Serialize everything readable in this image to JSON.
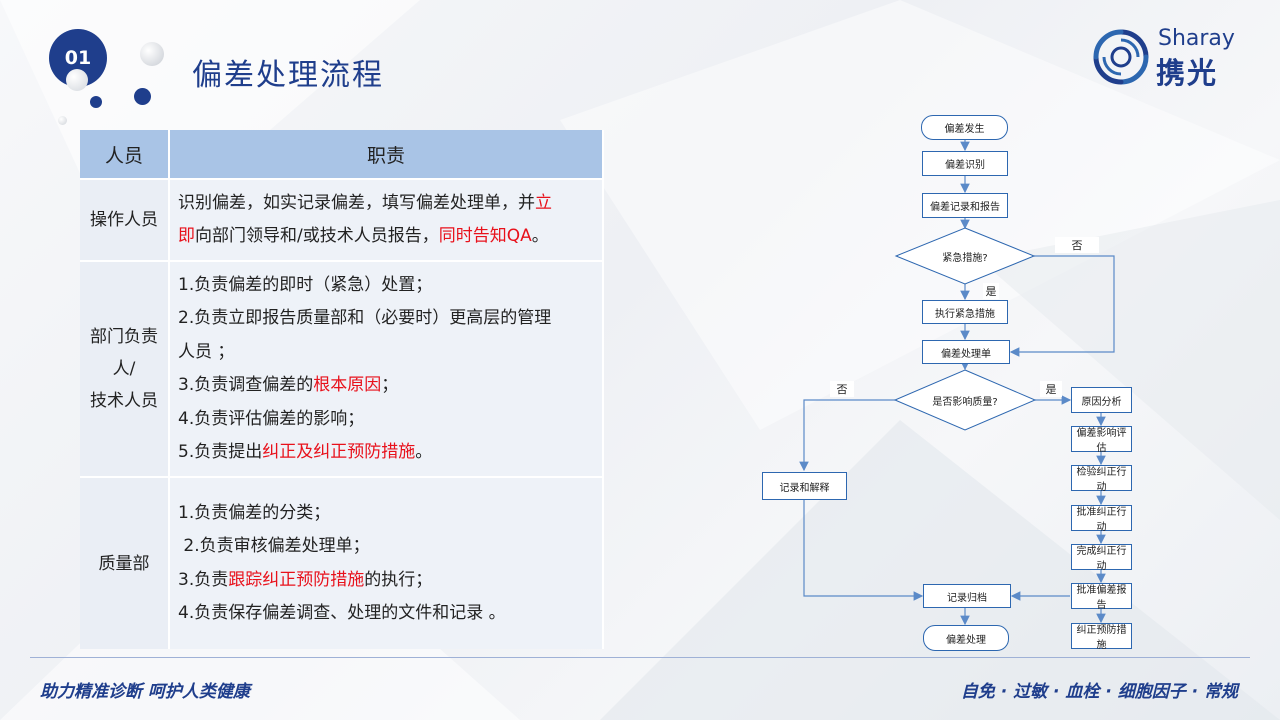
{
  "header": {
    "section_number": "01",
    "title": "偏差处理流程",
    "logo_en": "Sharay",
    "logo_cn": "携光"
  },
  "table": {
    "headers": [
      "人员",
      "职责"
    ],
    "rows": [
      {
        "role_lines": [
          "操作人员"
        ],
        "duties": [
          [
            {
              "t": "识别偏差，如实记录偏差，填写偏差处理单，并"
            },
            {
              "t": "立",
              "red": true
            }
          ],
          [
            {
              "t": "即",
              "red": true
            },
            {
              "t": "向部门领导和/或技术人员报告，"
            },
            {
              "t": "同时告知QA",
              "red": true
            },
            {
              "t": "。"
            }
          ]
        ]
      },
      {
        "role_lines": [
          "部门负责",
          "人/",
          "技术人员"
        ],
        "duties": [
          [
            {
              "t": "1.负责偏差的即时（紧急）处置；"
            }
          ],
          [
            {
              "t": "2.负责立即报告质量部和（必要时）更高层的管理"
            }
          ],
          [
            {
              "t": "人员 ；"
            }
          ],
          [
            {
              "t": "3.负责调查偏差的"
            },
            {
              "t": "根本原因",
              "red": true
            },
            {
              "t": "；"
            }
          ],
          [
            {
              "t": "4.负责评估偏差的影响；"
            }
          ],
          [
            {
              "t": "5.负责提出"
            },
            {
              "t": "纠正及纠正预防措施",
              "red": true
            },
            {
              "t": "。"
            }
          ]
        ]
      },
      {
        "role_lines": [
          "质量部"
        ],
        "duties": [
          [
            {
              "t": "1.负责偏差的分类；"
            }
          ],
          [
            {
              "t": " 2.负责审核偏差处理单；"
            }
          ],
          [
            {
              "t": "3.负责"
            },
            {
              "t": "跟踪纠正预防措施",
              "red": true
            },
            {
              "t": "的执行；"
            }
          ],
          [
            {
              "t": "4.负责保存偏差调查、处理的文件和记录 。"
            }
          ]
        ]
      }
    ]
  },
  "flow": {
    "start": "偏差发生",
    "identify": "偏差识别",
    "record_report": "偏差记录和报告",
    "urgent_q": "紧急措施?",
    "exec_urgent": "执行紧急措施",
    "process_form": "偏差处理单",
    "quality_q": "是否影响质量?",
    "record_explain": "记录和解释",
    "root_cause": "原因分析",
    "impact": "偏差影响评估",
    "verify": "检验纠正行动",
    "approve": "批准纠正行动",
    "complete": "完成纠正行动",
    "approve_report": "批准偏差报告",
    "archive": "记录归档",
    "capa": "纠正预防措施",
    "end": "偏差处理",
    "yes": "是",
    "no": "否"
  },
  "footer": {
    "left": "助力精准诊断 呵护人类健康",
    "right": "自免 · 过敏 · 血栓 · 细胞因子 · 常规"
  },
  "colors": {
    "brand": "#1f3e8c",
    "table_header": "#a9c4e6",
    "table_cell": "#eef2f8",
    "highlight": "#e8111b",
    "flow_border": "#2d67b0",
    "flow_line": "#5b8ac8"
  }
}
